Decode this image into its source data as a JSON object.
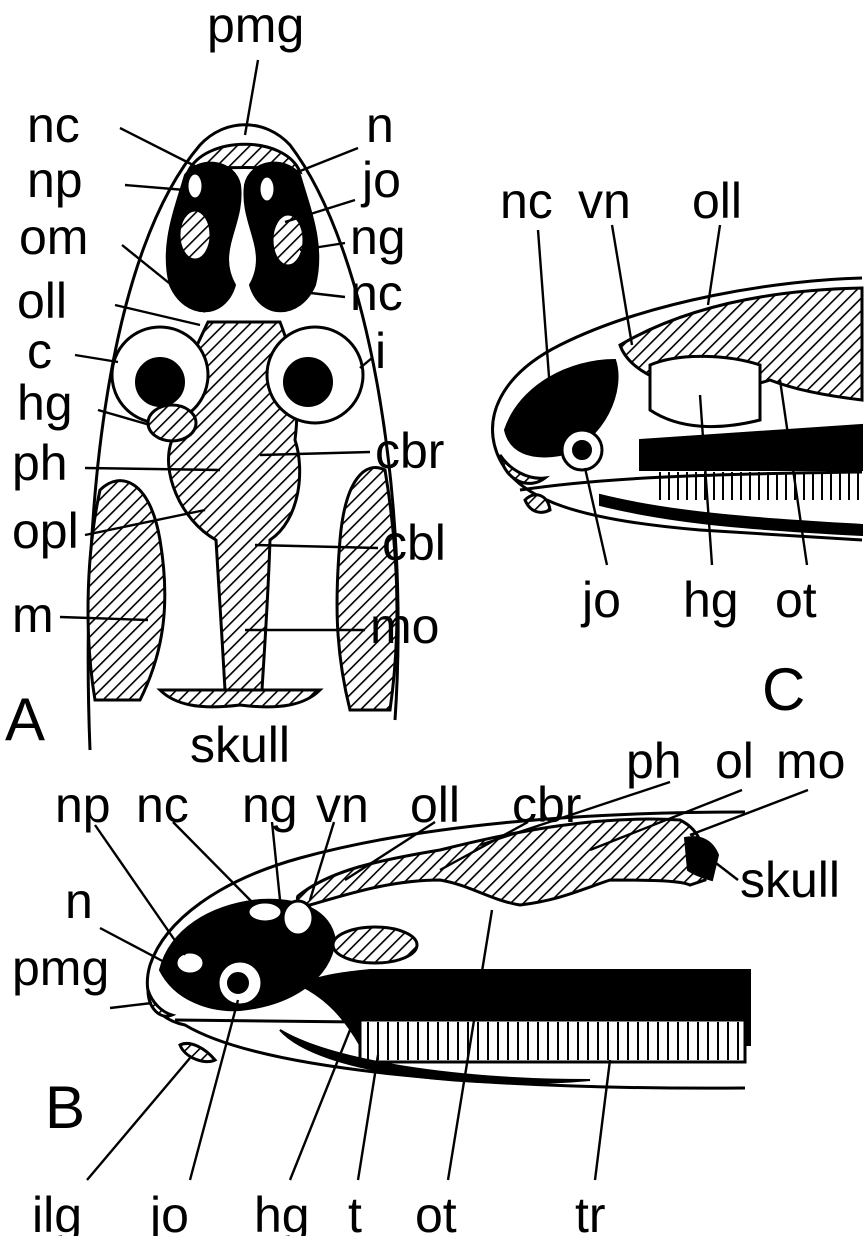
{
  "panel_a": {
    "panel_label": "A",
    "labels": {
      "pmg": "pmg",
      "nc_left": "nc",
      "n": "n",
      "np": "np",
      "jo": "jo",
      "om": "om",
      "ng": "ng",
      "nc_right": "nc",
      "oll": "oll",
      "c": "c",
      "i": "i",
      "hg": "hg",
      "cbr": "cbr",
      "ph": "ph",
      "opl": "opl",
      "cbl": "cbl",
      "m": "m",
      "mo": "mo",
      "skull": "skull"
    }
  },
  "panel_b": {
    "panel_label": "B",
    "labels": {
      "np": "np",
      "nc": "nc",
      "ng": "ng",
      "vn": "vn",
      "oll": "oll",
      "cbr": "cbr",
      "ph": "ph",
      "ol": "ol",
      "mo": "mo",
      "skull": "skull",
      "n": "n",
      "pmg": "pmg",
      "ilg": "ilg",
      "jo": "jo",
      "hg": "hg",
      "t": "t",
      "ot": "ot",
      "tr": "tr"
    }
  },
  "panel_c": {
    "panel_label": "C",
    "labels": {
      "nc": "nc",
      "vn": "vn",
      "oll": "oll",
      "jo": "jo",
      "hg": "hg",
      "ot": "ot"
    }
  }
}
